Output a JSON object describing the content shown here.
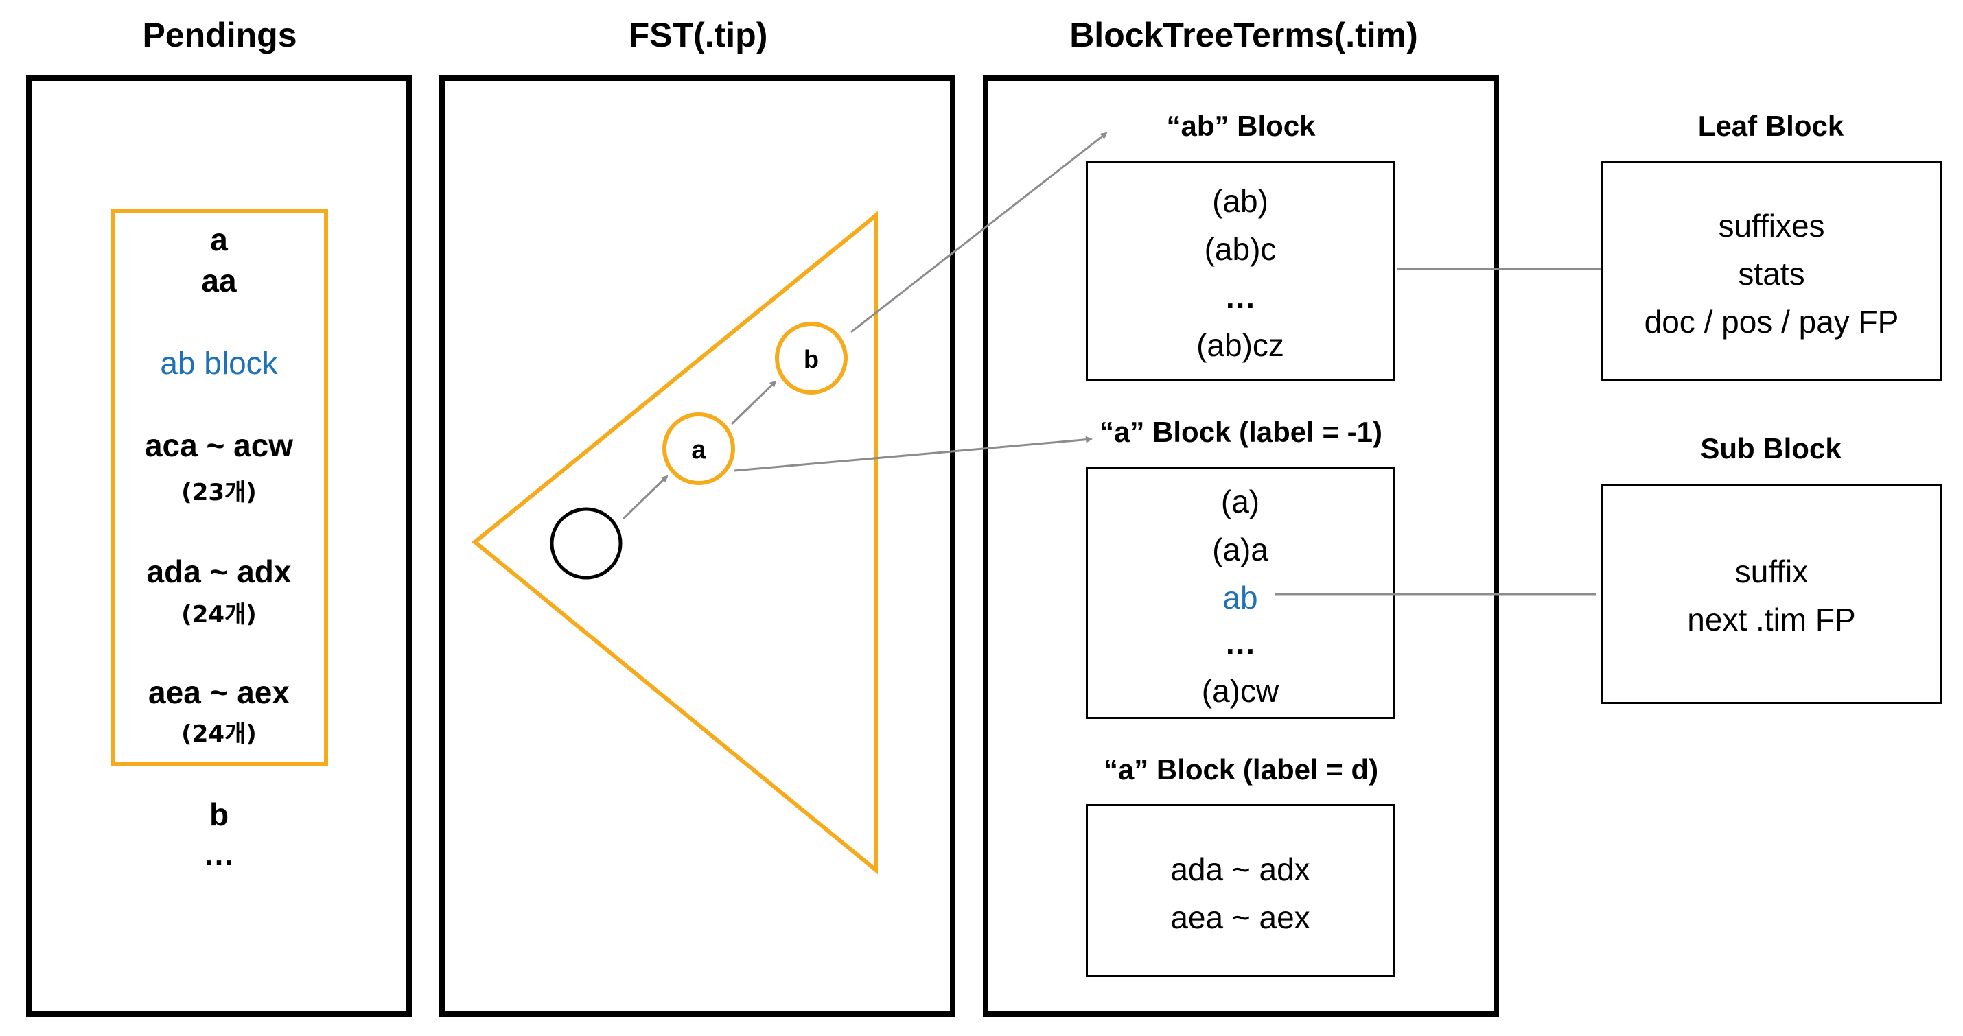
{
  "pendings": {
    "title": "Pendings",
    "items": [
      {
        "main": "a"
      },
      {
        "main": "aa"
      },
      {
        "main": "ab block",
        "highlight": true
      },
      {
        "main": "aca ~ acw",
        "sub": "(23개)"
      },
      {
        "main": "ada ~ adx",
        "sub": "(24개)"
      },
      {
        "main": "aea ~ aex",
        "sub": "(24개)"
      },
      {
        "main": "b"
      },
      {
        "main": "…"
      }
    ]
  },
  "fst": {
    "title": "FST(.tip)",
    "nodes": [
      {
        "label": ""
      },
      {
        "label": "a"
      },
      {
        "label": "b"
      }
    ]
  },
  "blocktree": {
    "title": "BlockTreeTerms(.tim)",
    "blocks": [
      {
        "label": "“ab” Block",
        "lines": [
          "(ab)",
          "(ab)c",
          "…",
          "(ab)cz"
        ]
      },
      {
        "label": "“a” Block (label = -1)",
        "lines": [
          "(a)",
          "(a)a",
          "ab",
          "…",
          "(a)cw"
        ],
        "highlight_line": 2
      },
      {
        "label": "“a” Block (label = d)",
        "lines": [
          "ada ~ adx",
          "aea ~ aex"
        ]
      }
    ]
  },
  "leaf_block": {
    "title": "Leaf Block",
    "lines": [
      "suffixes",
      "stats",
      "doc / pos / pay FP"
    ]
  },
  "sub_block": {
    "title": "Sub Block",
    "lines": [
      "suffix",
      "next .tim FP"
    ]
  },
  "colors": {
    "orange": "#f5ab1b",
    "blue": "#1f72b8",
    "arrow_gray": "#8c8c8c"
  }
}
